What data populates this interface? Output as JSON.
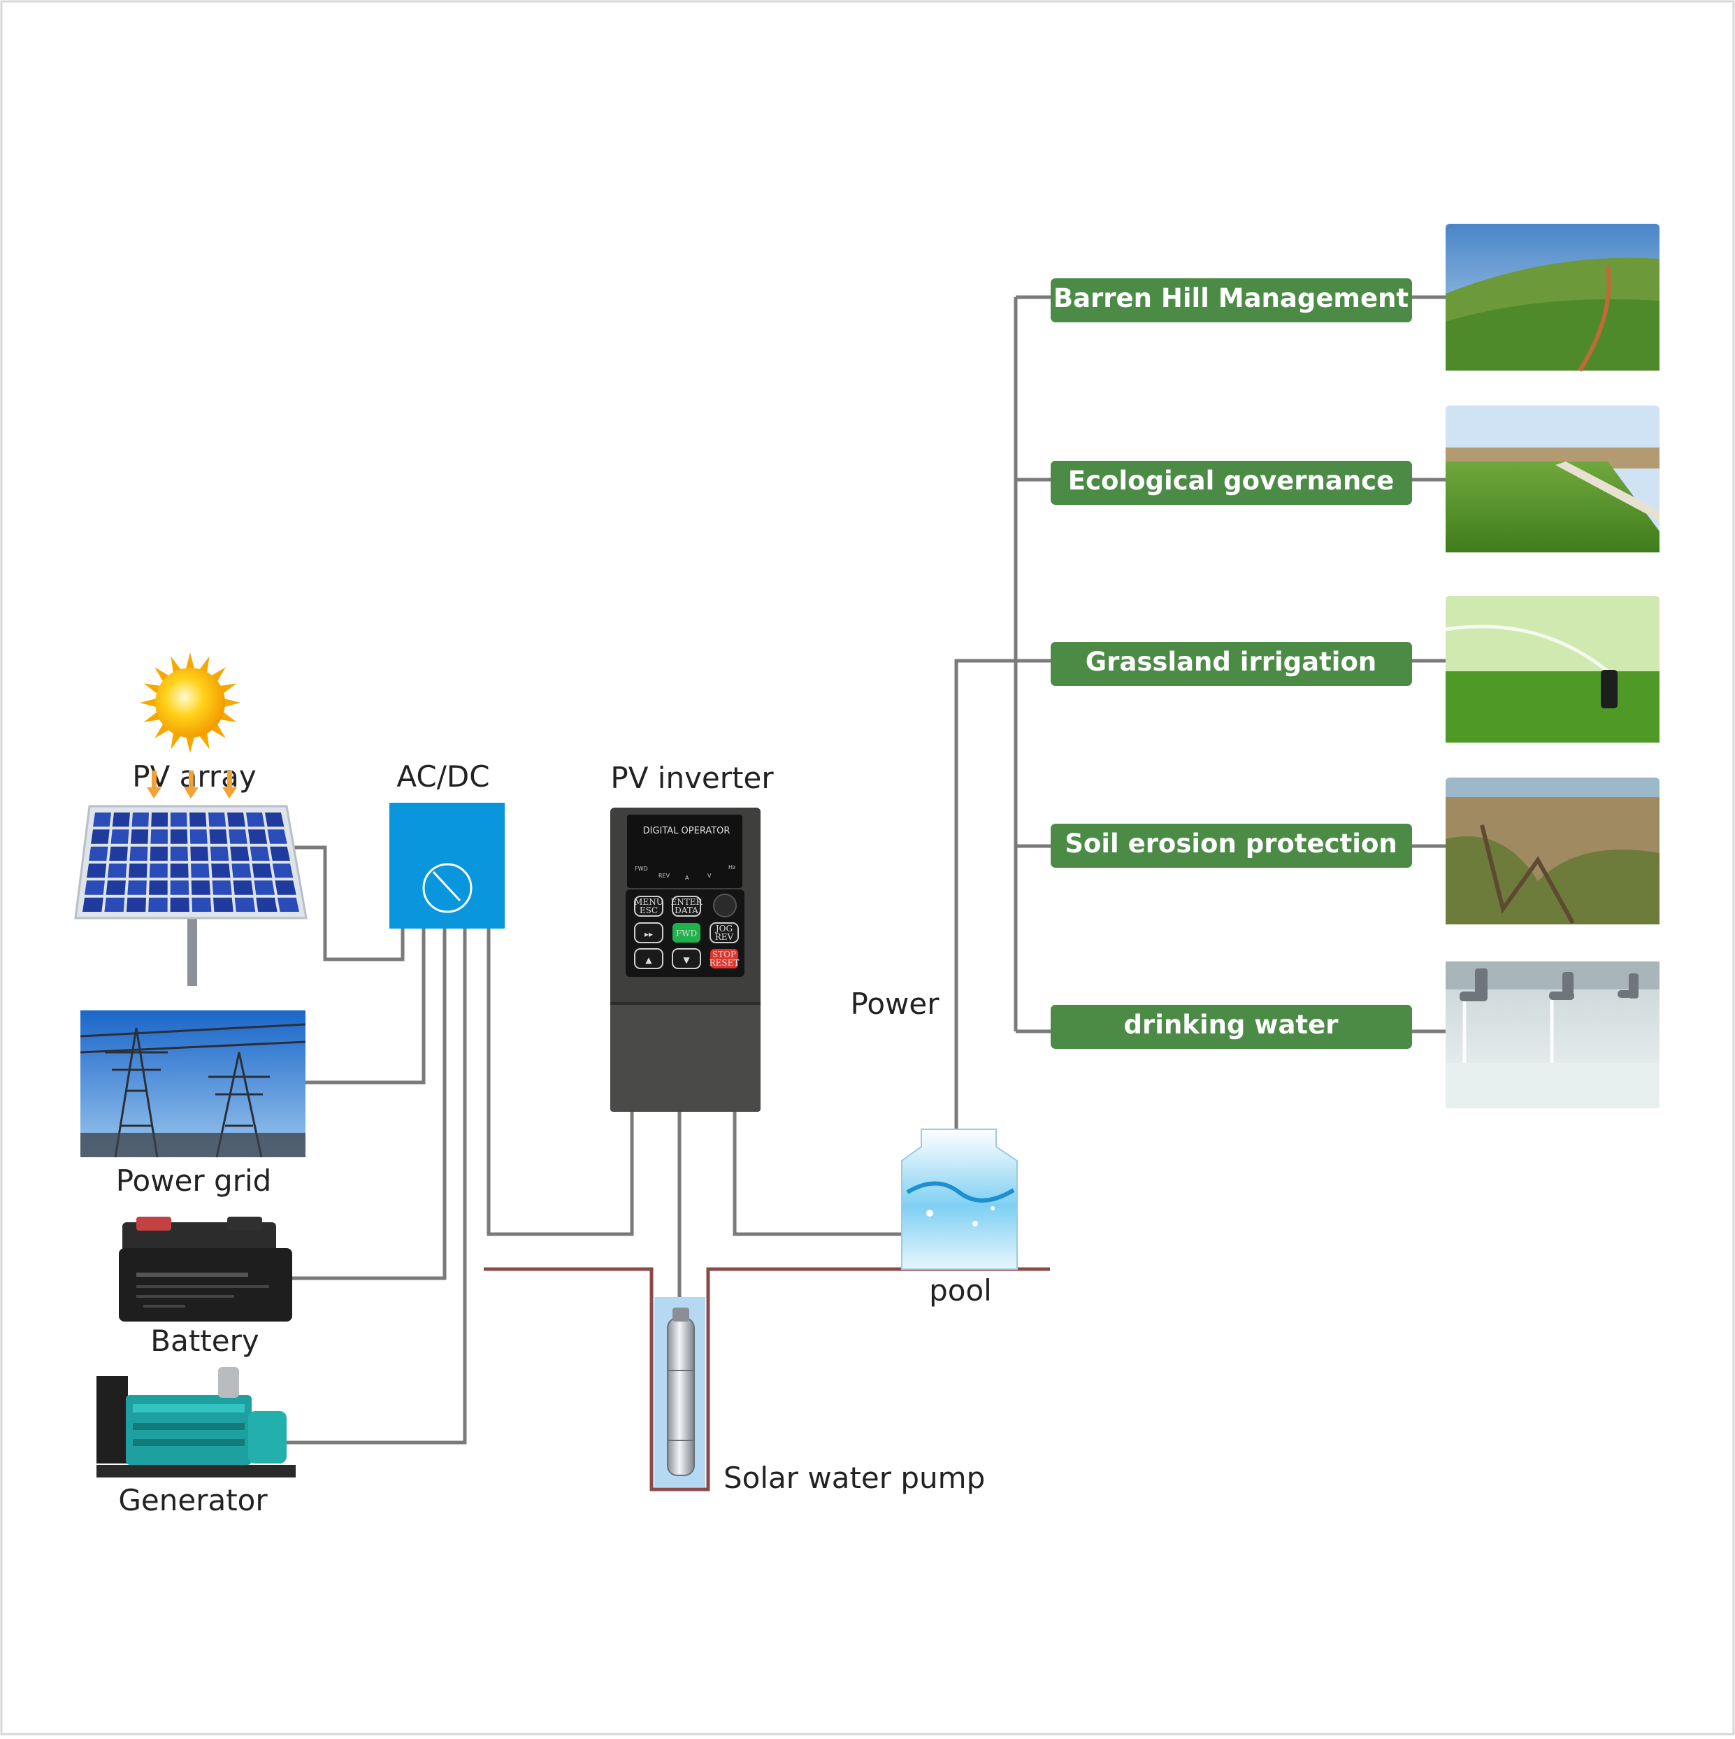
{
  "labels": {
    "pv_array": "PV array",
    "acdc": "AC/DC",
    "pv_inverter": "PV inverter",
    "power_grid": "Power grid",
    "battery": "Battery",
    "generator": "Generator",
    "power": "Power",
    "pool": "pool",
    "solar_pump": "Solar water pump"
  },
  "applications": [
    {
      "label": "Barren Hill Management"
    },
    {
      "label": "Ecological governance"
    },
    {
      "label": "Grassland irrigation"
    },
    {
      "label": "Soil erosion protection"
    },
    {
      "label": "drinking water"
    }
  ],
  "inverter_panel": {
    "title": "DIGITAL OPERATOR",
    "fwd_ind": "FWD",
    "rev_ind": "REV",
    "a_ind": "A",
    "v_ind": "V",
    "hz_ind": "Hz",
    "btn_menu": "MENU",
    "btn_esc": "ESC",
    "btn_enter": "ENTER",
    "btn_data": "DATA",
    "btn_fwd": "FWD",
    "btn_jog": "JOG",
    "btn_rev": "REV",
    "btn_stop": "STOP",
    "btn_reset": "RESET",
    "arrow_right": "▸▸",
    "arrow_up": "▲",
    "arrow_down": "▼"
  },
  "colors": {
    "wire": "#7a7a7a",
    "green_box": "#4b8b45",
    "acdc_blue": "#0a96dc",
    "ground_line": "#8b4a4a",
    "inverter_body": "#3f403e"
  },
  "icons": [
    "sun-icon",
    "solar-panel-icon",
    "power-tower-icon",
    "battery-icon",
    "generator-icon",
    "inverter-icon",
    "water-tank-icon",
    "submersible-pump-icon"
  ]
}
